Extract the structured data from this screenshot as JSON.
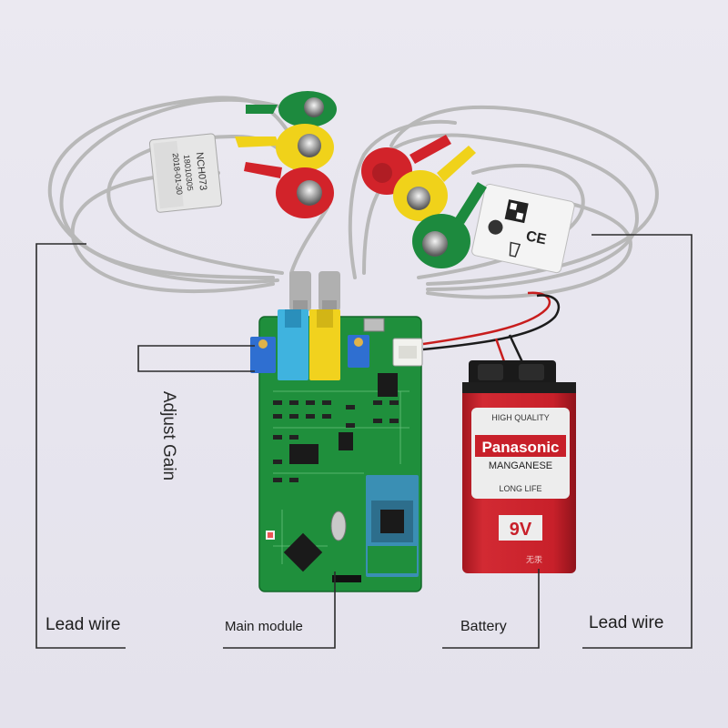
{
  "labels": {
    "lead_wire_left": "Lead wire",
    "adjust_gain": "Adjust Gain",
    "main_module": "Main module",
    "battery": "Battery",
    "lead_wire_right": "Lead wire"
  },
  "tag_left": {
    "line1": "NCH073",
    "line2": "18010305",
    "line3": "2018-01-30"
  },
  "tag_right": {
    "ce": "CE"
  },
  "battery": {
    "brand": "Panasonic",
    "top_text": "HIGH QUALITY",
    "type": "MANGANESE",
    "bottom_text": "LONG LIFE",
    "voltage": "9V",
    "chinese_text": "无汞"
  },
  "colors": {
    "background": "#e8e6ee",
    "pcb": "#1f8f3c",
    "cable": "#b7b7b7",
    "battery_red": "#c8202a",
    "electrode_yellow": "#f0d21a",
    "electrode_red": "#d2232a",
    "electrode_green": "#1d8a3e",
    "jack_blue": "#3fb3df",
    "jack_yellow": "#f1d21e",
    "trimmer_blue": "#2f6fd1"
  }
}
